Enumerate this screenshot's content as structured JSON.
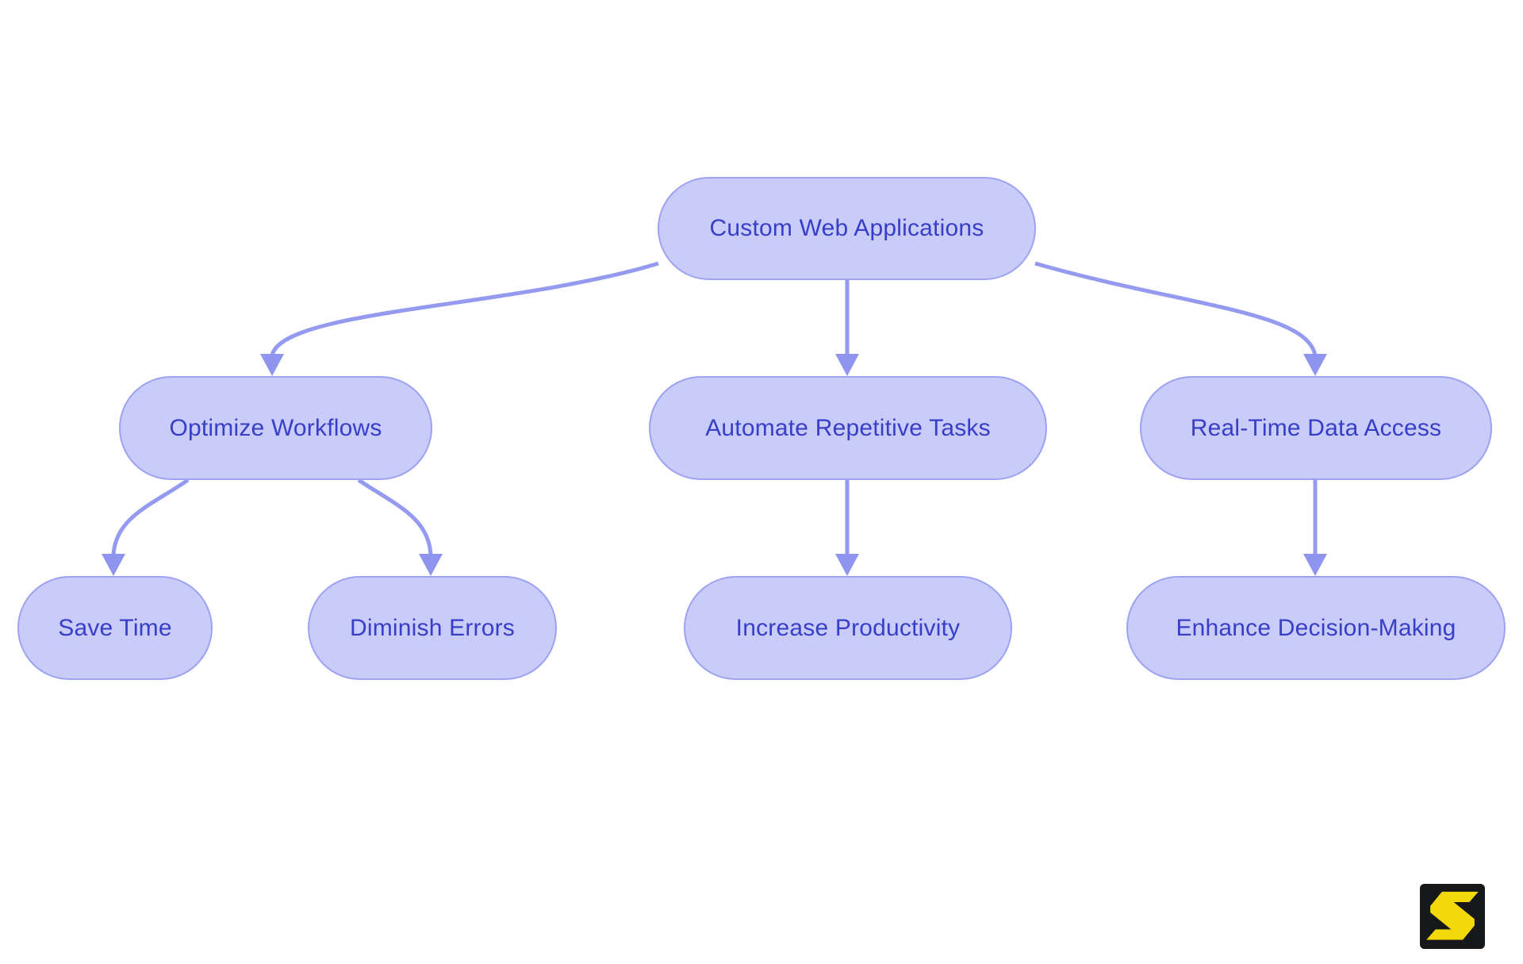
{
  "diagram": {
    "type": "flowchart",
    "direction": "top-down",
    "background": "#ffffff",
    "colors": {
      "node_fill": "#c9cbf8",
      "node_border": "#9da3f2",
      "node_text": "#373ec8",
      "edge_line": "#939af0",
      "arrow_head": "#8f95ee"
    },
    "nodes": [
      {
        "id": "custom-web-applications",
        "label": "Custom Web Applications",
        "level": 1
      },
      {
        "id": "optimize-workflows",
        "label": "Optimize Workflows",
        "level": 2
      },
      {
        "id": "automate-repetitive-tasks",
        "label": "Automate Repetitive Tasks",
        "level": 2
      },
      {
        "id": "real-time-data-access",
        "label": "Real-Time Data Access",
        "level": 2
      },
      {
        "id": "save-time",
        "label": "Save Time",
        "level": 3
      },
      {
        "id": "diminish-errors",
        "label": "Diminish Errors",
        "level": 3
      },
      {
        "id": "increase-productivity",
        "label": "Increase Productivity",
        "level": 3
      },
      {
        "id": "enhance-decision-making",
        "label": "Enhance Decision-Making",
        "level": 3
      }
    ],
    "edges": [
      {
        "from": "custom-web-applications",
        "to": "optimize-workflows"
      },
      {
        "from": "custom-web-applications",
        "to": "automate-repetitive-tasks"
      },
      {
        "from": "custom-web-applications",
        "to": "real-time-data-access"
      },
      {
        "from": "optimize-workflows",
        "to": "save-time"
      },
      {
        "from": "optimize-workflows",
        "to": "diminish-errors"
      },
      {
        "from": "automate-repetitive-tasks",
        "to": "increase-productivity"
      },
      {
        "from": "real-time-data-access",
        "to": "enhance-decision-making"
      }
    ]
  },
  "logo": {
    "letter": "S",
    "background": "#17181a",
    "glyph_color": "#f2d90b"
  }
}
